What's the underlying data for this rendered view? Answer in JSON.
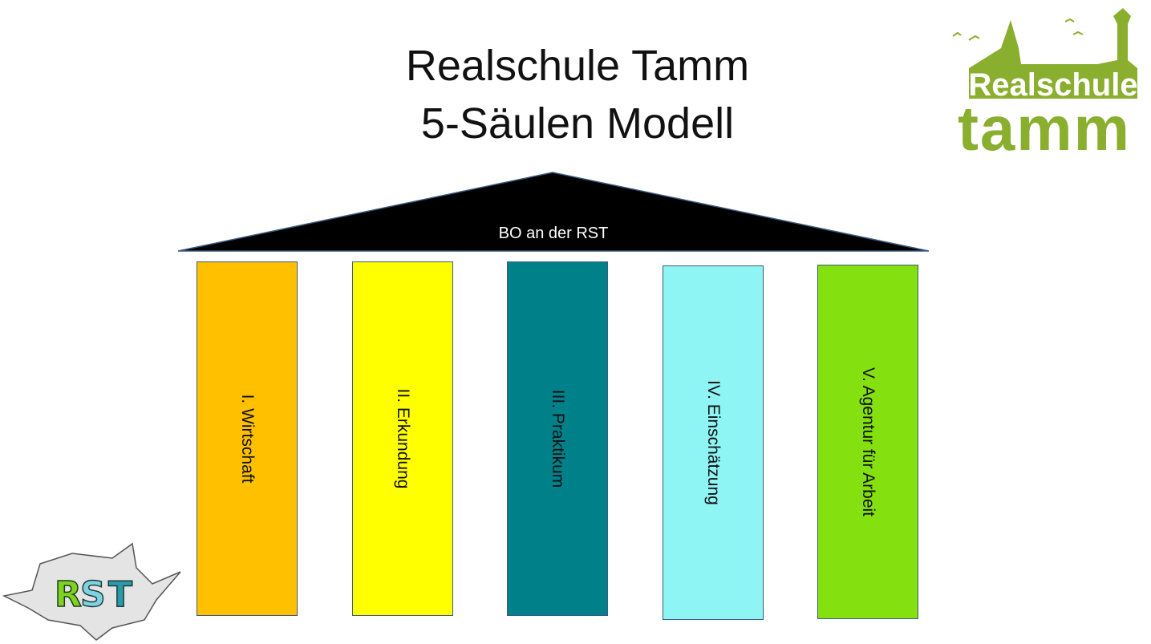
{
  "title": {
    "line1": "Realschule Tamm",
    "line2": "5-Säulen Modell"
  },
  "roof": {
    "label": "BO an der RST",
    "color": "#000000"
  },
  "pillars": [
    {
      "label": "I. Wirtschaft",
      "color": "#FFC000"
    },
    {
      "label": "II. Erkundung",
      "color": "#FFFF00"
    },
    {
      "label": "III. Praktikum",
      "color": "#00818A"
    },
    {
      "label": "IV. Einschätzung",
      "color": "#8EF4F4"
    },
    {
      "label": "V. Agentur für Arbeit",
      "color": "#84E00E"
    }
  ],
  "logos": {
    "school": {
      "line1": "Realschule",
      "line2": "tamm",
      "color": "#8AAE2E"
    },
    "rst": {
      "text": "RST"
    }
  }
}
